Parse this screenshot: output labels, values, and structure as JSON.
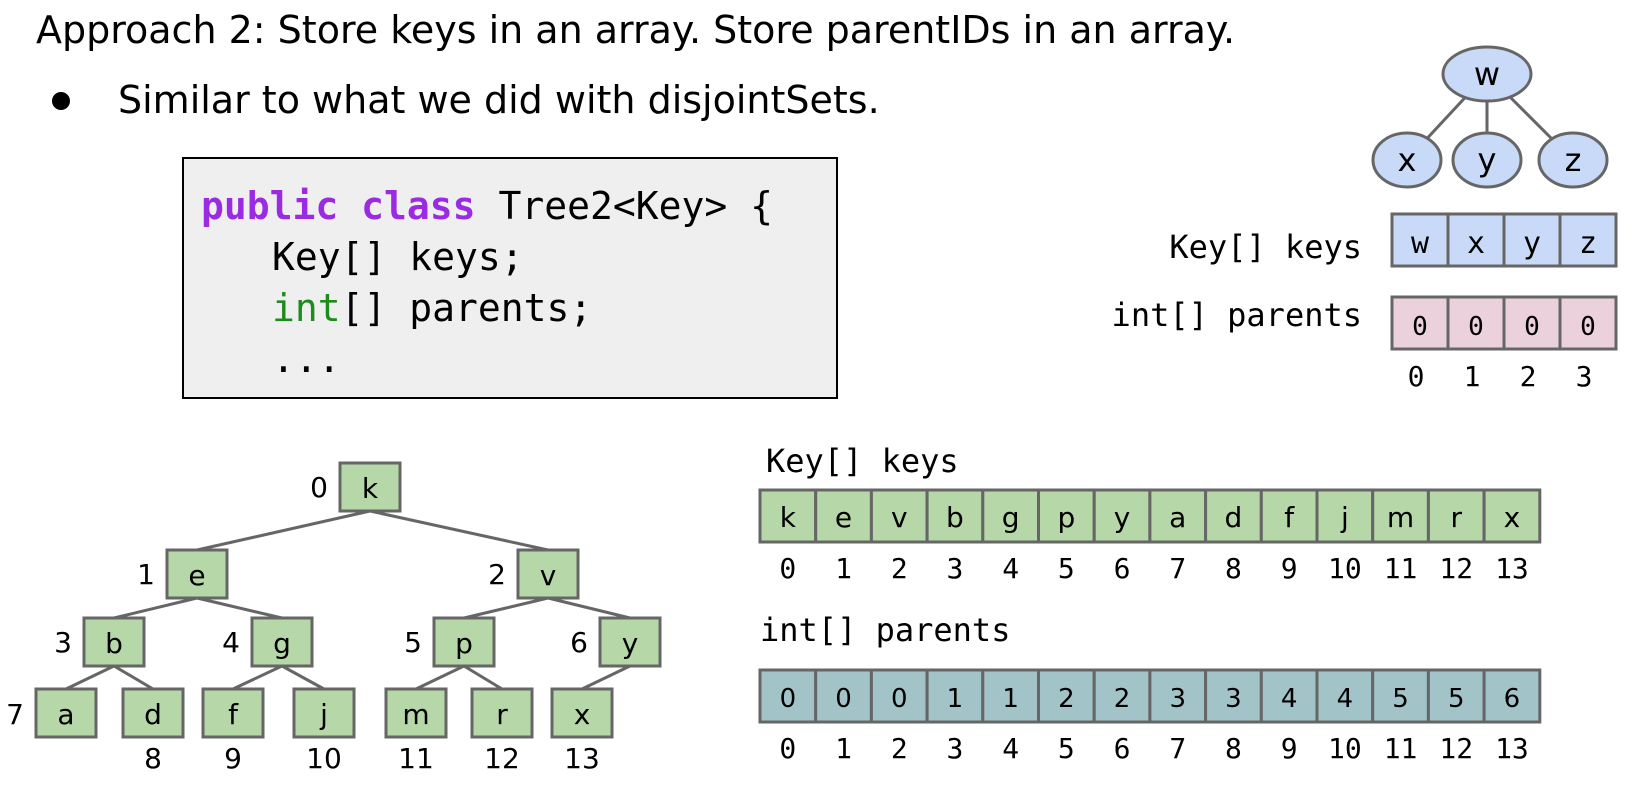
{
  "slide": {
    "title": "Approach 2: Store keys in an array. Store parentIDs in an array.",
    "bullet": "Similar to what we did with disjointSets."
  },
  "code": {
    "kw_public": "public",
    "kw_class": "class",
    "class_decl": " Tree2<Key> {",
    "line2": "Key[] keys;",
    "line3_type": "int",
    "line3_rest": "[] parents;",
    "line4": "..."
  },
  "small_tree": {
    "root": "w",
    "children": [
      "x",
      "y",
      "z"
    ],
    "keys_label": "Key[] keys",
    "keys": [
      "w",
      "x",
      "y",
      "z"
    ],
    "parents_label": "int[] parents",
    "parents": [
      "0",
      "0",
      "0",
      "0"
    ],
    "indices": [
      "0",
      "1",
      "2",
      "3"
    ]
  },
  "big_tree": {
    "nodes": [
      {
        "key": "k",
        "index": "0"
      },
      {
        "key": "e",
        "index": "1"
      },
      {
        "key": "v",
        "index": "2"
      },
      {
        "key": "b",
        "index": "3"
      },
      {
        "key": "g",
        "index": "4"
      },
      {
        "key": "p",
        "index": "5"
      },
      {
        "key": "y",
        "index": "6"
      },
      {
        "key": "a",
        "index": "7"
      },
      {
        "key": "d",
        "index": "8"
      },
      {
        "key": "f",
        "index": "9"
      },
      {
        "key": "j",
        "index": "10"
      },
      {
        "key": "m",
        "index": "11"
      },
      {
        "key": "r",
        "index": "12"
      },
      {
        "key": "x",
        "index": "13"
      }
    ],
    "edges": [
      [
        0,
        1
      ],
      [
        0,
        2
      ],
      [
        1,
        3
      ],
      [
        1,
        4
      ],
      [
        2,
        5
      ],
      [
        2,
        6
      ],
      [
        3,
        7
      ],
      [
        3,
        8
      ],
      [
        4,
        9
      ],
      [
        4,
        10
      ],
      [
        5,
        11
      ],
      [
        5,
        12
      ],
      [
        6,
        13
      ]
    ]
  },
  "big_arrays": {
    "keys_label": "Key[] keys",
    "keys": [
      "k",
      "e",
      "v",
      "b",
      "g",
      "p",
      "y",
      "a",
      "d",
      "f",
      "j",
      "m",
      "r",
      "x"
    ],
    "parents_label": "int[] parents",
    "parents": [
      "0",
      "0",
      "0",
      "1",
      "1",
      "2",
      "2",
      "3",
      "3",
      "4",
      "4",
      "5",
      "5",
      "6"
    ],
    "indices": [
      "0",
      "1",
      "2",
      "3",
      "4",
      "5",
      "6",
      "7",
      "8",
      "9",
      "10",
      "11",
      "12",
      "13"
    ]
  },
  "colors": {
    "node_blue": "#c9daf8",
    "node_green": "#b6d7a8",
    "cell_pink": "#ead1dc",
    "cell_teal": "#a2c4c9",
    "stroke": "#666666",
    "code_bg": "#efefef",
    "keyword": "#9a2be2",
    "type": "#1e8b1e"
  }
}
